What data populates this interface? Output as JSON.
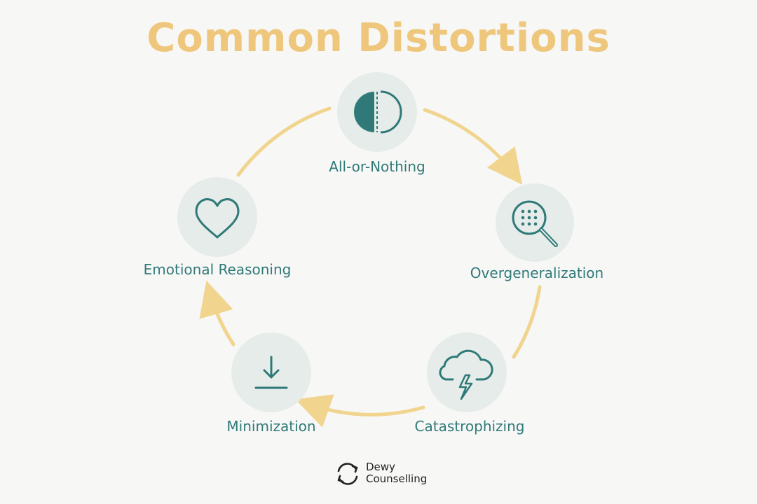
{
  "title": "Common Distortions",
  "colors": {
    "title": "#efc77c",
    "arrow": "#f1d48d",
    "node_fill": "#e6ecea",
    "icon": "#2f7a78",
    "label": "#2f7a78"
  },
  "nodes": [
    {
      "label": "All-or-Nothing",
      "icon": "half-circle-icon"
    },
    {
      "label": "Overgeneralization",
      "icon": "magnifier-dots-icon"
    },
    {
      "label": "Catastrophizing",
      "icon": "storm-cloud-icon"
    },
    {
      "label": "Minimization",
      "icon": "download-arrow-icon"
    },
    {
      "label": "Emotional Reasoning",
      "icon": "heart-icon"
    }
  ],
  "brand": {
    "line1": "Dewy",
    "line2": "Counselling",
    "icon": "circular-arrows-icon"
  }
}
